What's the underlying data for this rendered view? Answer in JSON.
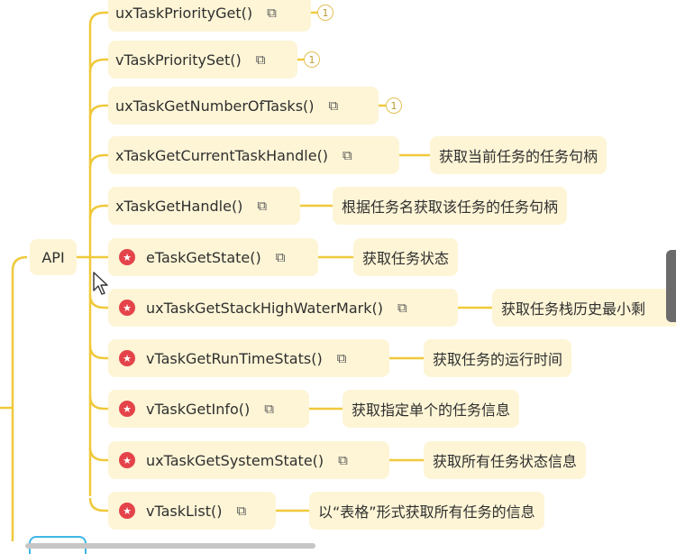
{
  "api_label": "API",
  "functions": [
    {
      "label": "uxTaskPriorityGet()",
      "star": false,
      "badge": "1",
      "desc": ""
    },
    {
      "label": "vTaskPrioritySet()",
      "star": false,
      "badge": "1",
      "desc": ""
    },
    {
      "label": "uxTaskGetNumberOfTasks()",
      "star": false,
      "badge": "1",
      "desc": ""
    },
    {
      "label": "xTaskGetCurrentTaskHandle()",
      "star": false,
      "badge": "",
      "desc": "获取当前任务的任务句柄"
    },
    {
      "label": "xTaskGetHandle()",
      "star": false,
      "badge": "",
      "desc": "根据任务名获取该任务的任务句柄"
    },
    {
      "label": "eTaskGetState()",
      "star": true,
      "badge": "",
      "desc": "获取任务状态"
    },
    {
      "label": "uxTaskGetStackHighWaterMark()",
      "star": true,
      "badge": "",
      "desc": "获取任务栈历史最小剩"
    },
    {
      "label": "vTaskGetRunTimeStats()",
      "star": true,
      "badge": "",
      "desc": "获取任务的运行时间"
    },
    {
      "label": "vTaskGetInfo()",
      "star": true,
      "badge": "",
      "desc": "获取指定单个的任务信息"
    },
    {
      "label": "uxTaskGetSystemState()",
      "star": true,
      "badge": "",
      "desc": "获取所有任务状态信息"
    },
    {
      "label": "vTaskList()",
      "star": true,
      "badge": "",
      "desc": "以“表格”形式获取所有任务的信息"
    }
  ],
  "icons": {
    "external_link": "external-link-icon",
    "star": "star-icon"
  },
  "colors": {
    "node_bg": "#fdf5d6",
    "branch": "#f0c93a",
    "star": "#e4434a",
    "accent_box": "#3fb6e8"
  }
}
